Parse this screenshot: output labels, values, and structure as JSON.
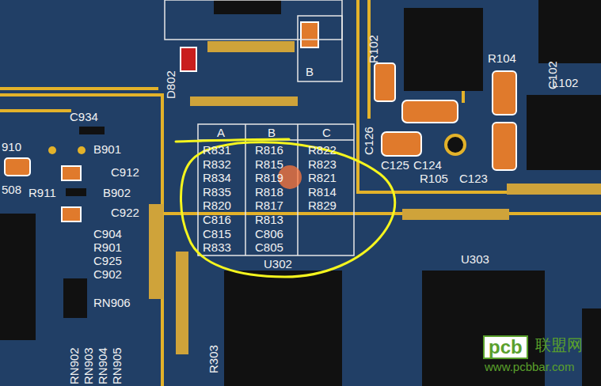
{
  "diagram": {
    "labels": [
      "D802",
      "B",
      "R102",
      "R104",
      "C102",
      "L102",
      "C934",
      "910",
      "B901",
      "508",
      "R911",
      "C912",
      "B902",
      "C922",
      "C904",
      "R901",
      "C925",
      "C902",
      "RN906",
      "RN902",
      "RN903",
      "RN904",
      "RN905",
      "A",
      "B",
      "C",
      "R831",
      "R816",
      "R822",
      "R832",
      "R815",
      "R823",
      "R834",
      "R819",
      "R821",
      "R835",
      "R818",
      "R814",
      "R820",
      "R817",
      "R829",
      "C816",
      "R813",
      "C815",
      "C806",
      "R833",
      "C805",
      "U302",
      "C126",
      "C125",
      "C124",
      "R105",
      "C123",
      "U303",
      "R303",
      "pcb",
      "联盟网",
      "www.pcbbar.com"
    ]
  }
}
